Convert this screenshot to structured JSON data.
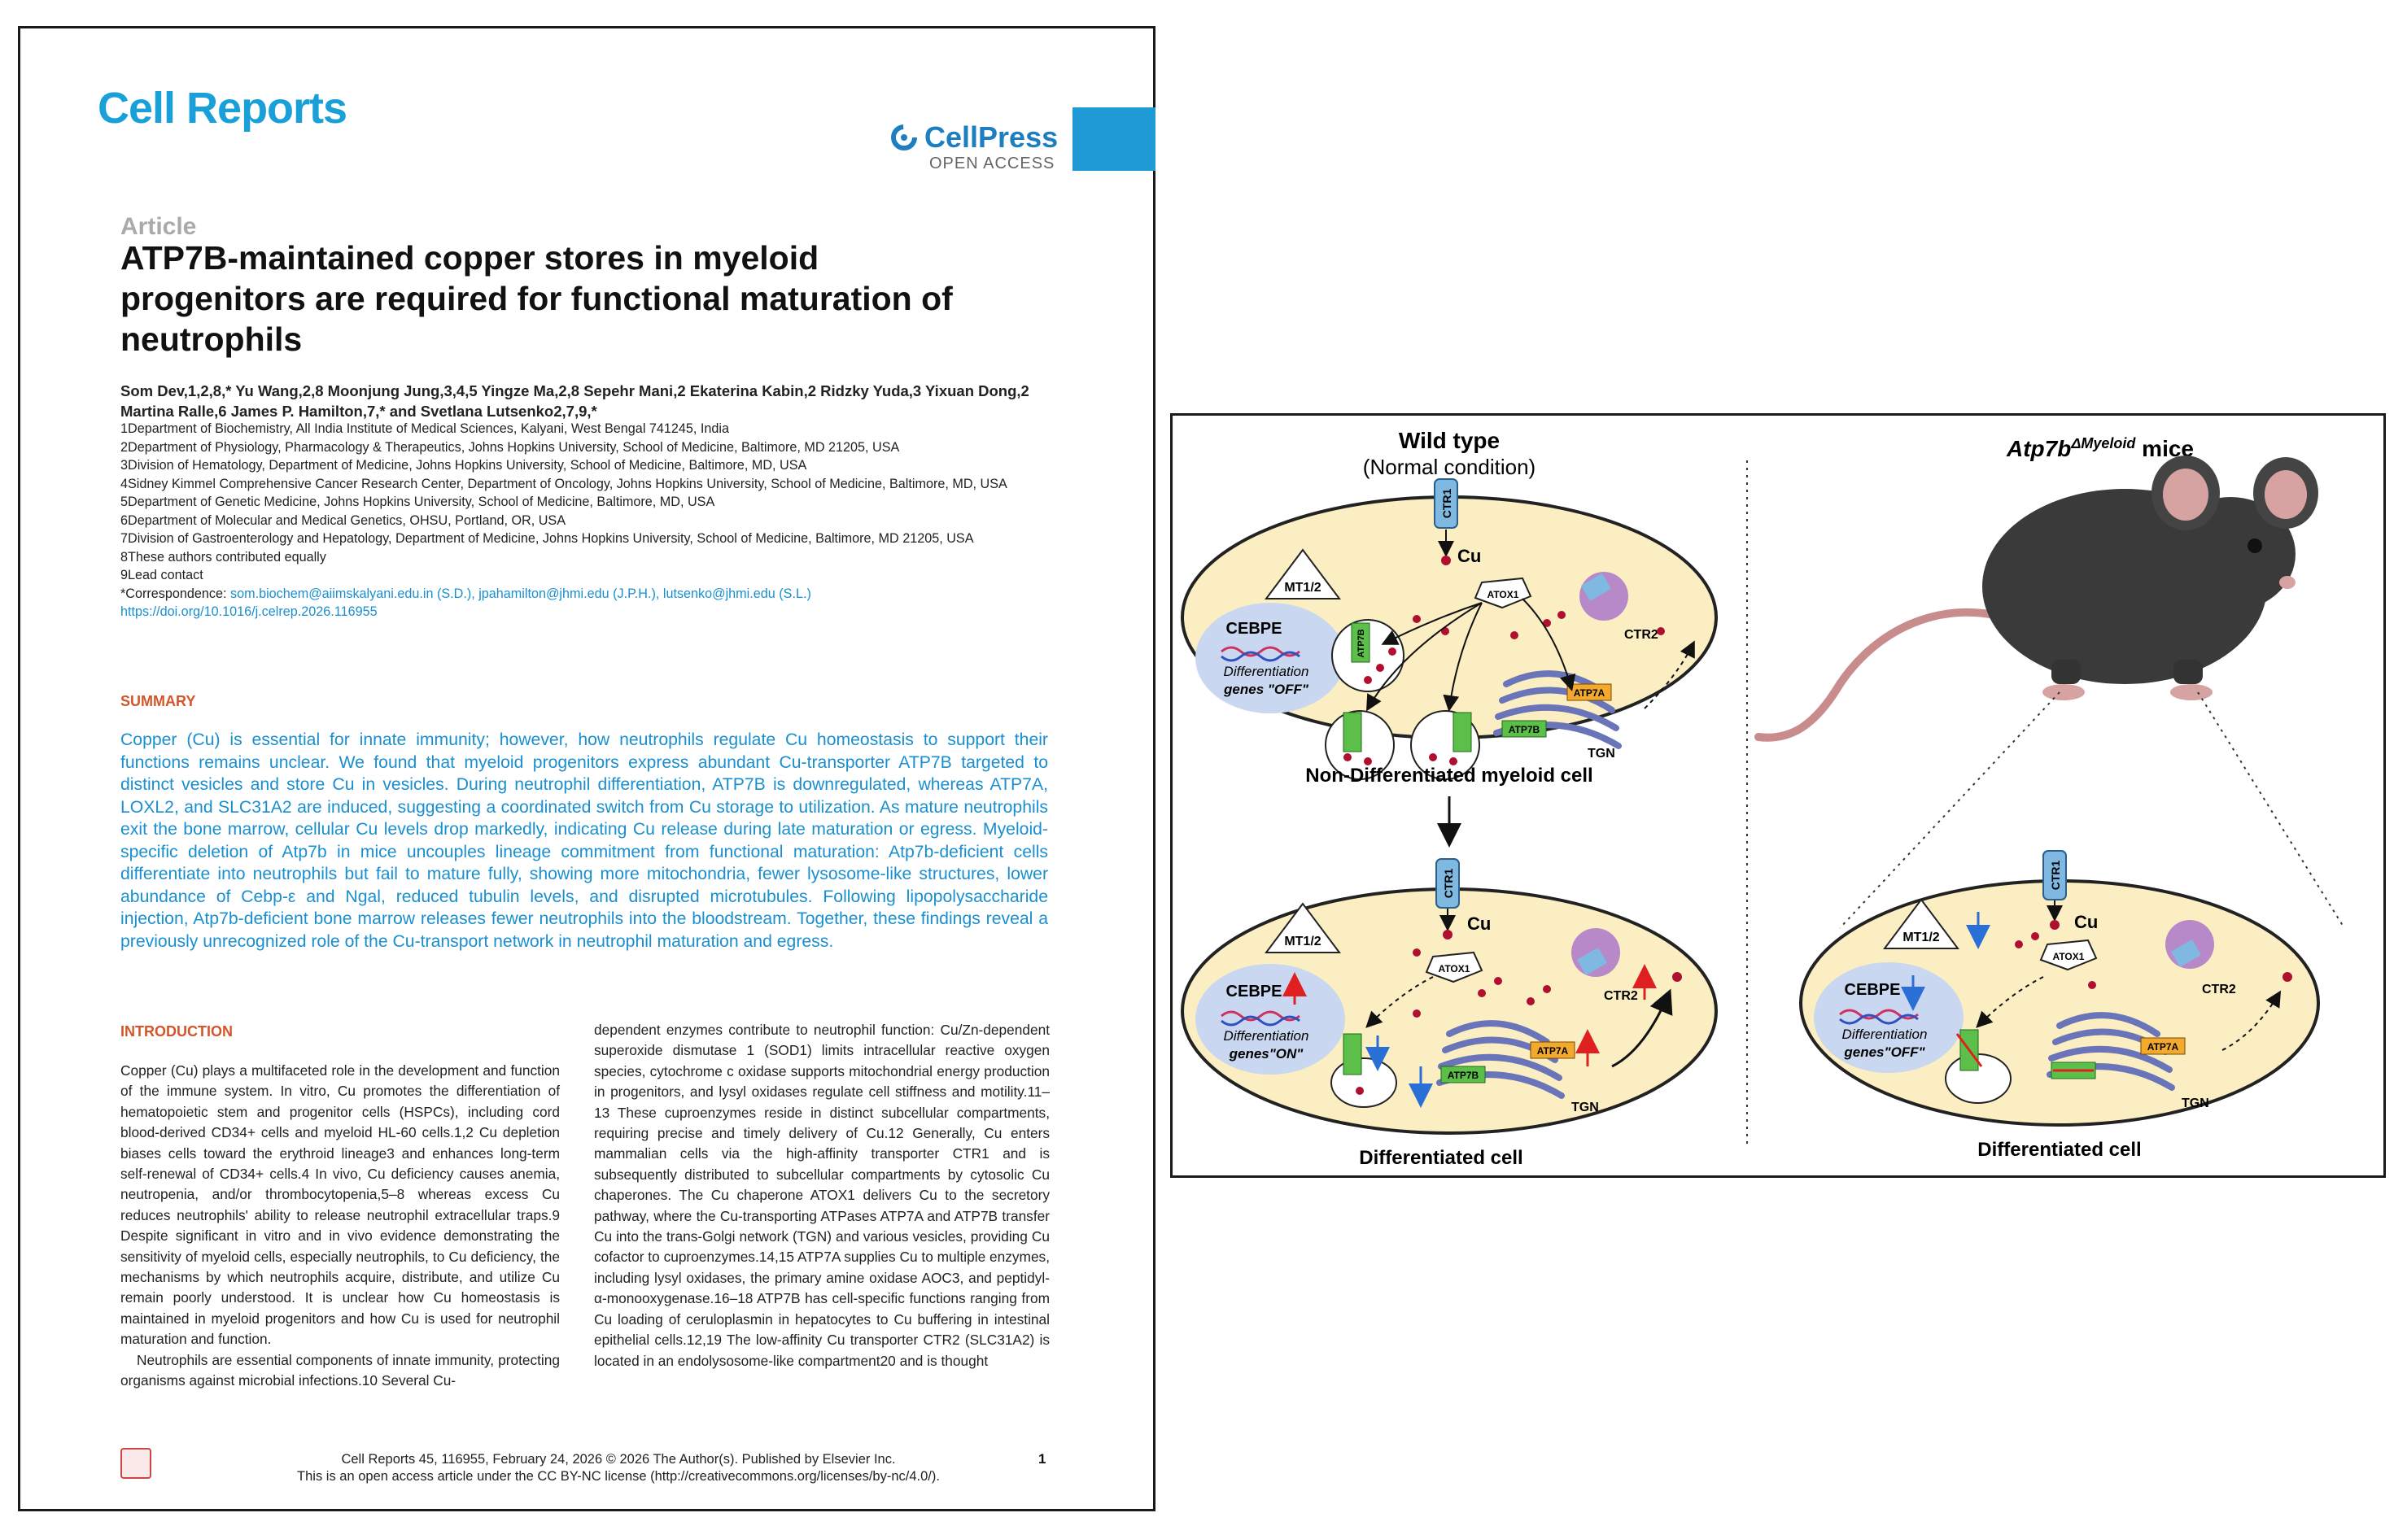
{
  "paper": {
    "journal": "Cell Reports",
    "publisher": "CellPress",
    "open_access": "OPEN ACCESS",
    "article_label": "Article",
    "title": "ATP7B-maintained copper stores in myeloid progenitors are required for functional maturation of neutrophils",
    "authors": "Som Dev,1,2,8,* Yu Wang,2,8 Moonjung Jung,3,4,5 Yingze Ma,2,8 Sepehr Mani,2 Ekaterina Kabin,2 Ridzky Yuda,3 Yixuan Dong,2 Martina Ralle,6 James P. Hamilton,7,* and Svetlana Lutsenko2,7,9,*",
    "affiliations": [
      "1Department of Biochemistry, All India Institute of Medical Sciences, Kalyani, West Bengal 741245, India",
      "2Department of Physiology, Pharmacology & Therapeutics, Johns Hopkins University, School of Medicine, Baltimore, MD 21205, USA",
      "3Division of Hematology, Department of Medicine, Johns Hopkins University, School of Medicine, Baltimore, MD, USA",
      "4Sidney Kimmel Comprehensive Cancer Research Center, Department of Oncology, Johns Hopkins University, School of Medicine, Baltimore, MD, USA",
      "5Department of Genetic Medicine, Johns Hopkins University, School of Medicine, Baltimore, MD, USA",
      "6Department of Molecular and Medical Genetics, OHSU, Portland, OR, USA",
      "7Division of Gastroenterology and Hepatology, Department of Medicine, Johns Hopkins University, School of Medicine, Baltimore, MD 21205, USA",
      "8These authors contributed equally",
      "9Lead contact"
    ],
    "correspondence_label": "*Correspondence: ",
    "correspondence_emails": "som.biochem@aiimskalyani.edu.in (S.D.), jpahamilton@jhmi.edu (J.P.H.), lutsenko@jhmi.edu (S.L.)",
    "doi": "https://doi.org/10.1016/j.celrep.2026.116955",
    "summary_heading": "SUMMARY",
    "summary": "Copper (Cu) is essential for innate immunity; however, how neutrophils regulate Cu homeostasis to support their functions remains unclear. We found that myeloid progenitors express abundant Cu-transporter ATP7B targeted to distinct vesicles and store Cu in vesicles. During neutrophil differentiation, ATP7B is downregulated, whereas ATP7A, LOXL2, and SLC31A2 are induced, suggesting a coordinated switch from Cu storage to utilization. As mature neutrophils exit the bone marrow, cellular Cu levels drop markedly, indicating Cu release during late maturation or egress. Myeloid-specific deletion of Atp7b in mice uncouples lineage commitment from functional maturation: Atp7b-deficient cells differentiate into neutrophils but fail to mature fully, showing more mitochondria, fewer lysosome-like structures, lower abundance of Cebp-ε and Ngal, reduced tubulin levels, and disrupted microtubules. Following lipopolysaccharide injection, Atp7b-deficient bone marrow releases fewer neutrophils into the bloodstream. Together, these findings reveal a previously unrecognized role of the Cu-transport network in neutrophil maturation and egress.",
    "intro_heading": "INTRODUCTION",
    "intro_p1": "Copper (Cu) plays a multifaceted role in the development and function of the immune system. In vitro, Cu promotes the differentiation of hematopoietic stem and progenitor cells (HSPCs), including cord blood-derived CD34+ cells and myeloid HL-60 cells.1,2 Cu depletion biases cells toward the erythroid lineage3 and enhances long-term self-renewal of CD34+ cells.4 In vivo, Cu deficiency causes anemia, neutropenia, and/or thrombocytopenia,5–8 whereas excess Cu reduces neutrophils' ability to release neutrophil extracellular traps.9 Despite significant in vitro and in vivo evidence demonstrating the sensitivity of myeloid cells, especially neutrophils, to Cu deficiency, the mechanisms by which neutrophils acquire, distribute, and utilize Cu remain poorly understood. It is unclear how Cu homeostasis is maintained in myeloid progenitors and how Cu is used for neutrophil maturation and function.",
    "intro_p2": "Neutrophils are essential components of innate immunity, protecting organisms against microbial infections.10 Several Cu-",
    "intro_col2": "dependent enzymes contribute to neutrophil function: Cu/Zn-dependent superoxide dismutase 1 (SOD1) limits intracellular reactive oxygen species, cytochrome c oxidase supports mitochondrial energy production in progenitors, and lysyl oxidases regulate cell stiffness and motility.11–13 These cuproenzymes reside in distinct subcellular compartments, requiring precise and timely delivery of Cu.12 Generally, Cu enters mammalian cells via the high-affinity transporter CTR1 and is subsequently distributed to subcellular compartments by cytosolic Cu chaperones. The Cu chaperone ATOX1 delivers Cu to the secretory pathway, where the Cu-transporting ATPases ATP7A and ATP7B transfer Cu into the trans-Golgi network (TGN) and various vesicles, providing Cu cofactor to cuproenzymes.14,15 ATP7A supplies Cu to multiple enzymes, including lysyl oxidases, the primary amine oxidase AOC3, and peptidyl-α-monooxygenase.16–18 ATP7B has cell-specific functions ranging from Cu loading of ceruloplasmin in hepatocytes to Cu buffering in intestinal epithelial cells.12,19 The low-affinity Cu transporter CTR2 (SLC31A2) is located in an endolysosome-like compartment20 and is thought",
    "footer_line1": "Cell Reports 45, 116955, February 24, 2026 © 2026 The Author(s). Published by Elsevier Inc.",
    "footer_line2": "This is an open access article under the CC BY-NC license (http://creativecommons.org/licenses/by-nc/4.0/).",
    "page_number": "1"
  },
  "figure": {
    "wt_title": "Wild type",
    "wt_subtitle": "(Normal condition)",
    "ko_title_prefix": "Atp7b",
    "ko_title_super": "ΔMyeloid",
    "ko_title_suffix": " mice",
    "label_ctr1": "CTR1",
    "label_cu": "Cu",
    "label_mt": "MT1/2",
    "label_atox1": "ATOX1",
    "label_ctr2": "CTR2",
    "label_cebpe": "CEBPE",
    "label_diff_genes": "Differentiation",
    "label_genes_off": "genes \"OFF\"",
    "label_genes_on": "genes\"ON\"",
    "label_genes_off2": "genes\"OFF\"",
    "label_atp7a": "ATP7A",
    "label_atp7b": "ATP7B",
    "label_tgn": "TGN",
    "caption_top": "Non-Differentiated myeloid cell",
    "caption_bottom_left": "Differentiated cell",
    "caption_bottom_right": "Differentiated cell"
  }
}
